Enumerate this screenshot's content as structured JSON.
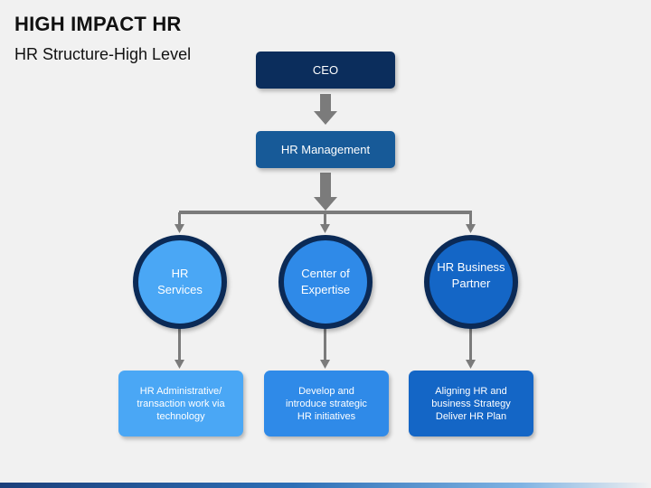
{
  "header": {
    "title": "HIGH IMPACT HR",
    "subtitle": "HR Structure-High Level"
  },
  "top_nodes": {
    "ceo": "CEO",
    "management": "HR Management"
  },
  "branches": [
    {
      "circle_lines": [
        "HR",
        "Services"
      ],
      "box_lines": [
        "HR Administrative/",
        "transaction work via",
        "technology"
      ]
    },
    {
      "circle_lines": [
        "Center of",
        "Expertise"
      ],
      "box_lines": [
        "Develop and",
        "introduce strategic",
        "HR initiatives"
      ]
    },
    {
      "circle_lines": [
        "HR Business",
        "Partner"
      ],
      "box_lines": [
        "Aligning HR and",
        "business Strategy",
        "Deliver HR Plan"
      ]
    }
  ],
  "colors": {
    "ceo_fill": "#0b2d5c",
    "management_fill": "#175a98",
    "circle_ring": "#0b2a56",
    "branch1_fill": "#4aa7f5",
    "branch2_fill": "#2f8ae8",
    "branch3_fill": "#1466c6",
    "connector_gray": "#7b7b7b"
  }
}
